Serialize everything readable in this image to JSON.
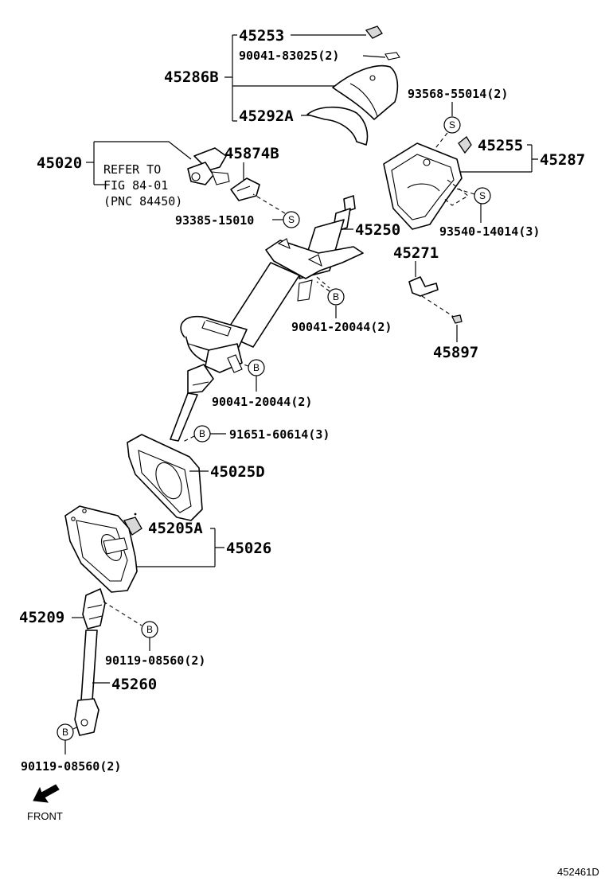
{
  "labels": {
    "p45253": "45253",
    "p90041_83025": "90041-83025(2)",
    "p45286B": "45286B",
    "p45292A": "45292A",
    "p93568_55014": "93568-55014(2)",
    "p45020": "45020",
    "p45874B": "45874B",
    "refer_to": "REFER TO",
    "fig_84_01": "FIG 84-01",
    "pnc_84450": "(PNC 84450)",
    "p45255": "45255",
    "p45287": "45287",
    "p93385_15010": "93385-15010",
    "p45250": "45250",
    "p93540_14014": "93540-14014(3)",
    "p45271": "45271",
    "p90041_20044_a": "90041-20044(2)",
    "p45897": "45897",
    "p90041_20044_b": "90041-20044(2)",
    "p91651_60614": "91651-60614(3)",
    "p45025D": "45025D",
    "p45205A": "45205A",
    "p45026": "45026",
    "p45209": "45209",
    "p90119_08560_a": "90119-08560(2)",
    "p45260": "45260",
    "p90119_08560_b": "90119-08560(2)",
    "front": "FRONT",
    "diagram_code": "452461D"
  },
  "symbols": {
    "s": "S",
    "b": "B"
  }
}
